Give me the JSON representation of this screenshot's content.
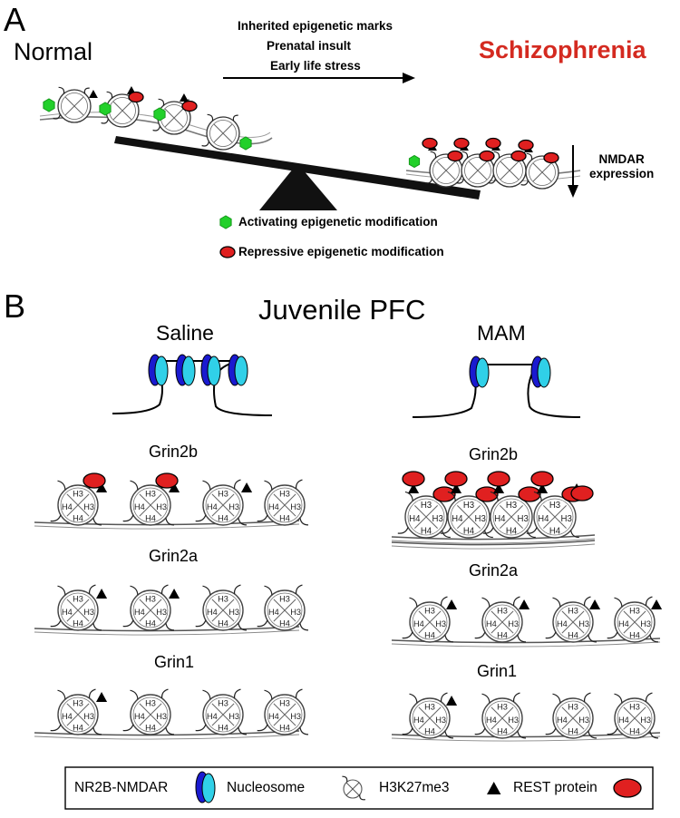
{
  "panelA": {
    "letter": "A",
    "normal_label": "Normal",
    "schizophrenia_label": "Schizophrenia",
    "causes": [
      "Inherited epigenetic marks",
      "Prenatal insult",
      "Early life stress"
    ],
    "nmdar_label_line1": "NMDAR",
    "nmdar_label_line2": "expression",
    "legend": {
      "activating": "Activating epigenetic modification",
      "repressive": "Repressive epigenetic modification"
    }
  },
  "panelB": {
    "letter": "B",
    "title": "Juvenile PFC",
    "saline_label": "Saline",
    "mam_label": "MAM",
    "genes": [
      "Grin2b",
      "Grin2a",
      "Grin1"
    ],
    "legend": {
      "nr2b": "NR2B-NMDAR",
      "nucleosome": "Nucleosome",
      "h3k27": "H3K27me3",
      "rest": "REST protein"
    }
  },
  "colors": {
    "activating": "#22d02a",
    "repressive": "#e02020",
    "schizophrenia_text": "#d42a20",
    "nmdar_dark": "#1a1ad0",
    "nmdar_light": "#30d0e8"
  }
}
